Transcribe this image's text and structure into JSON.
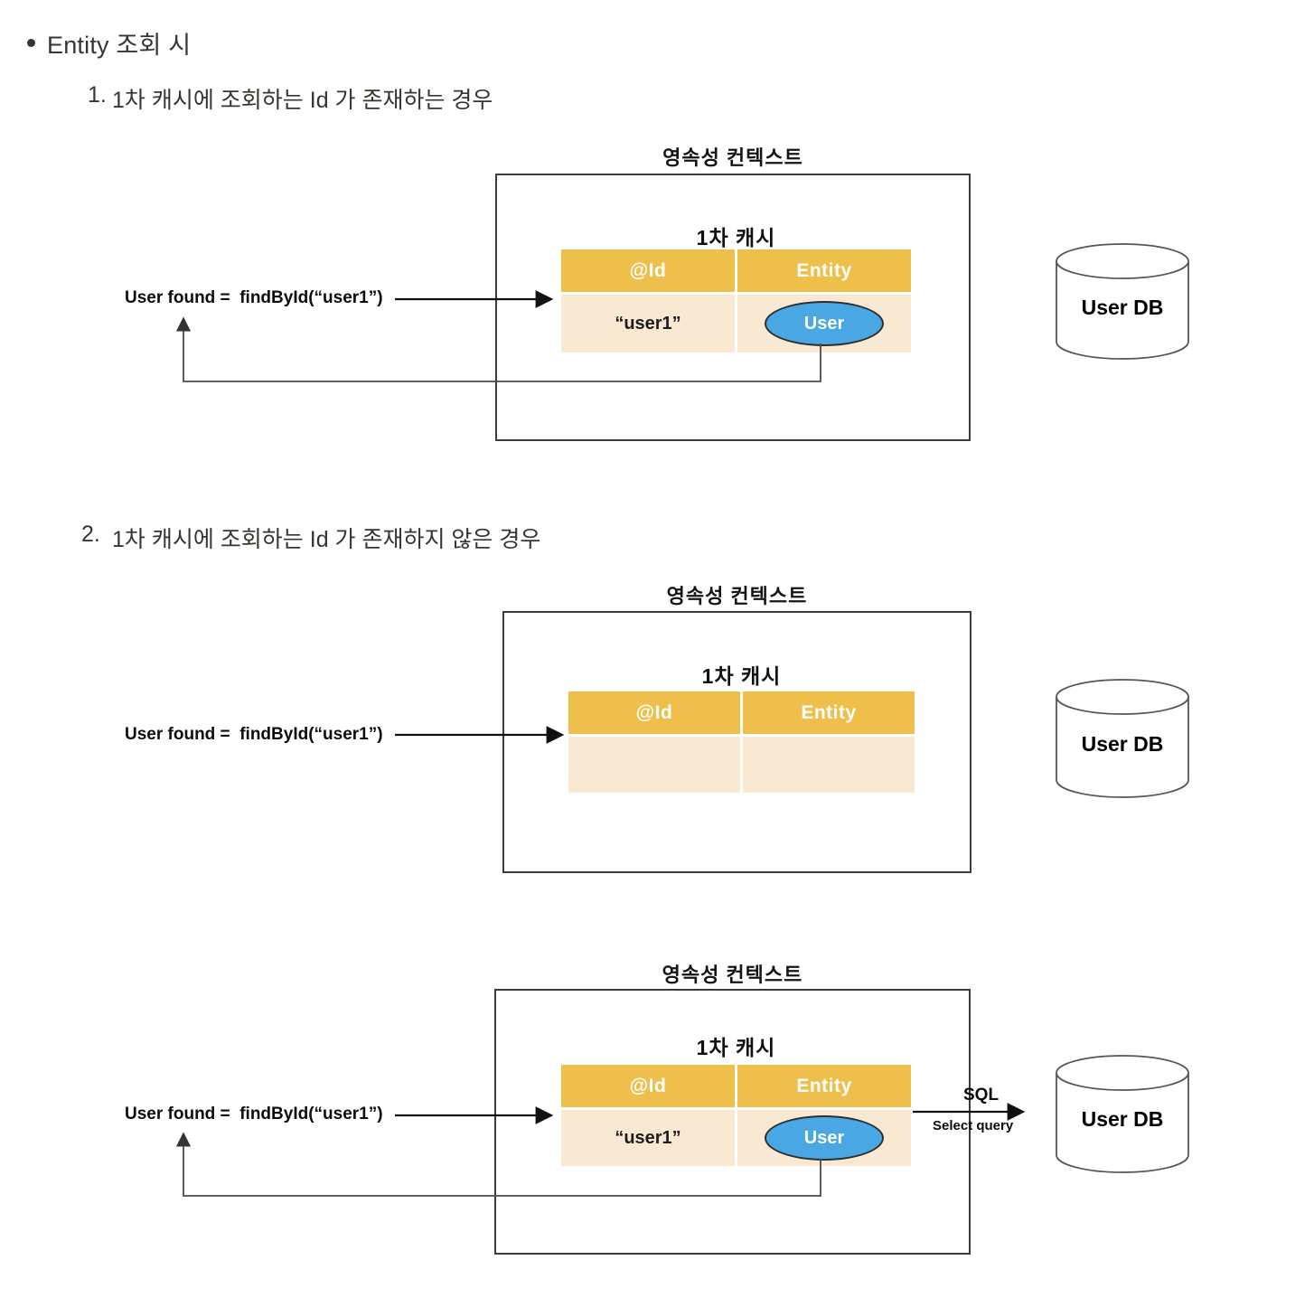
{
  "page": {
    "bullet_item": "Entity 조회 시",
    "numbered_items": [
      {
        "num": "1.",
        "text": "1차 캐시에 조회하는 Id 가 존재하는 경우"
      },
      {
        "num": "2.",
        "text": "1차 캐시에 조회하는 Id 가 존재하지 않은 경우"
      }
    ]
  },
  "colors": {
    "table_header_gold": "#EFBF4B",
    "table_row_cream": "#F9E9D2",
    "entity_ellipse_blue": "#49A7E3",
    "text_dark": "#37352F"
  },
  "diagrams": [
    {
      "context_title": "영속성 컨텍스트",
      "cache_title": "1차 캐시",
      "columns": {
        "id": "@Id",
        "entity": "Entity"
      },
      "row": {
        "id": "“user1”",
        "entity": "User"
      },
      "code": "User found =  findById(“user1”)",
      "db_label": "User DB"
    },
    {
      "context_title": "영속성 컨텍스트",
      "cache_title": "1차 캐시",
      "columns": {
        "id": "@Id",
        "entity": "Entity"
      },
      "row": {
        "id": "",
        "entity": ""
      },
      "code": "User found =  findById(“user1”)",
      "db_label": "User DB"
    },
    {
      "context_title": "영속성 컨텍스트",
      "cache_title": "1차 캐시",
      "columns": {
        "id": "@Id",
        "entity": "Entity"
      },
      "row": {
        "id": "“user1”",
        "entity": "User"
      },
      "code": "User found =  findById(“user1”)",
      "db_label": "User DB",
      "sql": {
        "title": "SQL",
        "subtitle": "Select query"
      }
    }
  ]
}
